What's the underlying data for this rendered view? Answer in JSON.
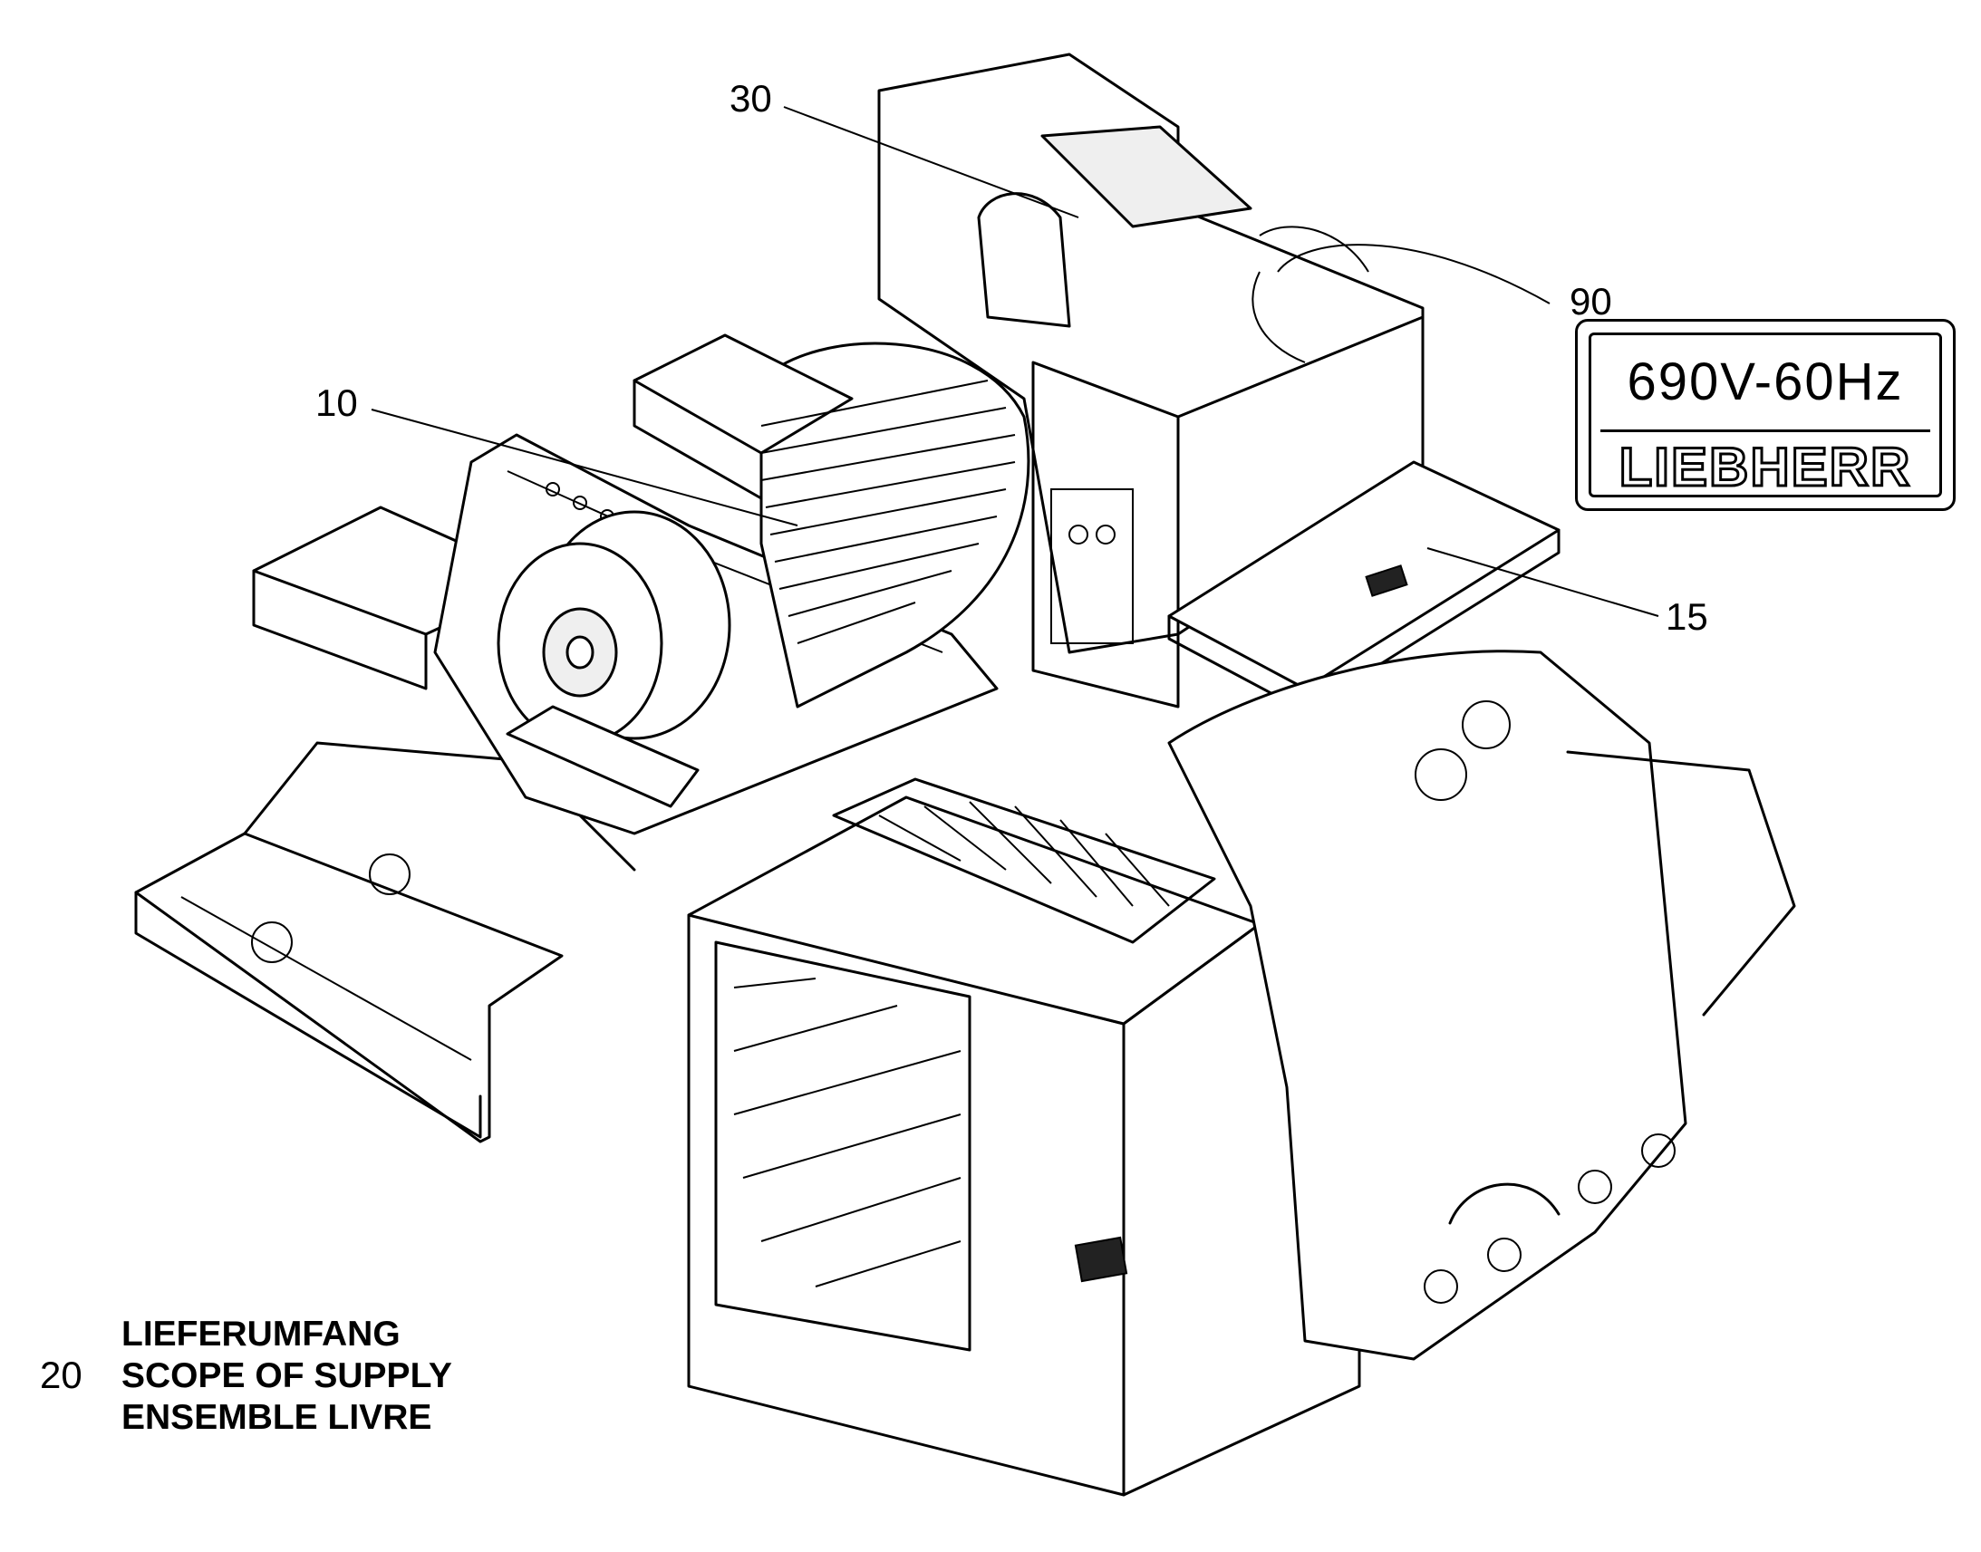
{
  "callouts": {
    "c30": "30",
    "c10": "10",
    "c90": "90",
    "c15": "15"
  },
  "plate": {
    "voltage": "690V-60Hz",
    "brand": "LIEBHERR"
  },
  "scope": {
    "number": "20",
    "line_de": "LIEFERUMFANG",
    "line_en": "SCOPE OF SUPPLY",
    "line_fr": "ENSEMBLE LIVRE"
  }
}
